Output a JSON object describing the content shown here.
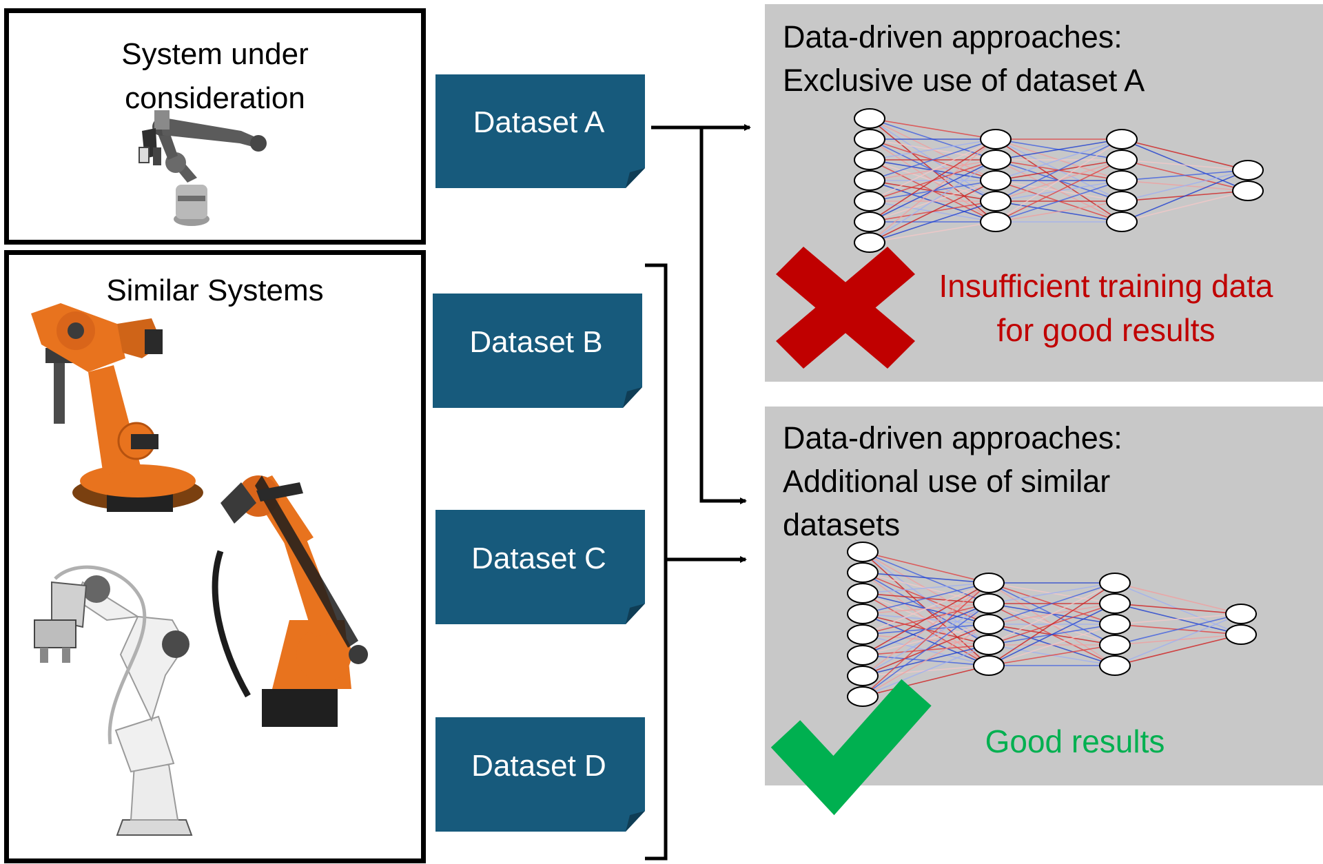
{
  "left": {
    "system_box": {
      "title_line1": "System under",
      "title_line2": "consideration"
    },
    "similar_box": {
      "title": "Similar Systems"
    }
  },
  "datasets": [
    "Dataset A",
    "Dataset B",
    "Dataset C",
    "Dataset D"
  ],
  "panels": {
    "top": {
      "title": "Data-driven approaches:\nExclusive use of dataset A",
      "result_line1": "Insufficient training data",
      "result_line2": "for good results",
      "result_icon": "cross-mark-icon"
    },
    "bottom": {
      "title": "Data-driven approaches:\nAdditional use of similar\ndatasets",
      "result": "Good results",
      "result_icon": "check-mark-icon"
    }
  },
  "colors": {
    "dataset_fill": "#175a7c",
    "panel_bg": "#c8c8c8",
    "fail_red": "#c00000",
    "success_green": "#00b050",
    "robot_orange": "#e8731e"
  }
}
